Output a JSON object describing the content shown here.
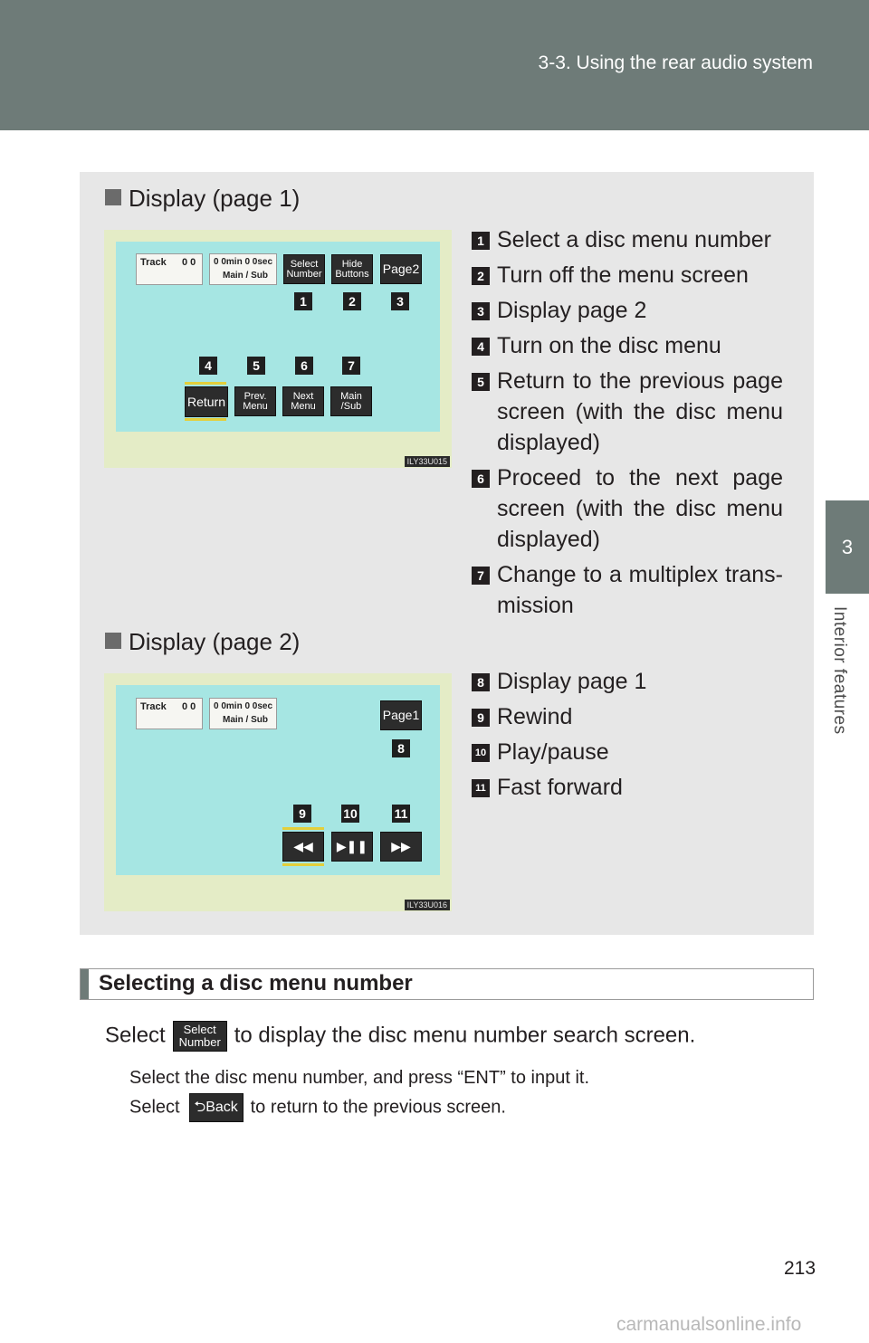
{
  "header": {
    "title": "3-3. Using the rear audio system"
  },
  "side": {
    "chapter": "3",
    "label": "Interior features"
  },
  "page1": {
    "heading": "Display (page 1)",
    "screen": {
      "track_label": "Track",
      "track_value": "0 0",
      "time": "0 0min 0 0sec",
      "main_sub": "Main / Sub",
      "select_number": [
        "Select",
        "Number"
      ],
      "hide_buttons": [
        "Hide",
        "Buttons"
      ],
      "page2": "Page2",
      "return": "Return",
      "prev_menu": [
        "Prev.",
        "Menu"
      ],
      "next_menu": [
        "Next",
        "Menu"
      ],
      "main_sub_btn": [
        "Main",
        "/Sub"
      ],
      "code": "ILY33U015"
    },
    "markers": [
      "1",
      "2",
      "3",
      "4",
      "5",
      "6",
      "7"
    ],
    "items": [
      {
        "n": "1",
        "text": "Select a disc menu number"
      },
      {
        "n": "2",
        "text": "Turn off the menu screen"
      },
      {
        "n": "3",
        "text": "Display page 2"
      },
      {
        "n": "4",
        "text": "Turn on the disc menu"
      },
      {
        "n": "5",
        "text": "Return to the previous page screen (with the disc menu displayed)"
      },
      {
        "n": "6",
        "text": "Proceed to the next page screen (with the disc menu displayed)"
      },
      {
        "n": "7",
        "text": "Change to a multiplex trans-mission"
      }
    ]
  },
  "page2": {
    "heading": "Display (page 2)",
    "screen": {
      "track_label": "Track",
      "track_value": "0 0",
      "time": "0 0min 0 0sec",
      "main_sub": "Main / Sub",
      "page1": "Page1",
      "code": "ILY33U016"
    },
    "markers": [
      "8",
      "9",
      "10",
      "11"
    ],
    "items": [
      {
        "n": "8",
        "text": "Display page 1"
      },
      {
        "n": "9",
        "text": "Rewind"
      },
      {
        "n": "10",
        "text": "Play/pause"
      },
      {
        "n": "11",
        "text": "Fast forward"
      }
    ]
  },
  "section": {
    "title": "Selecting a disc menu number",
    "select_word": "Select",
    "select_button": [
      "Select",
      "Number"
    ],
    "rest": "to display the disc menu number search screen.",
    "line1": "Select the disc menu number, and press “ENT” to input it.",
    "line2_select": "Select",
    "back_button": "⮌Back",
    "line2_rest": "to return to the previous screen."
  },
  "page_number": "213",
  "watermark": "carmanualsonline.info"
}
